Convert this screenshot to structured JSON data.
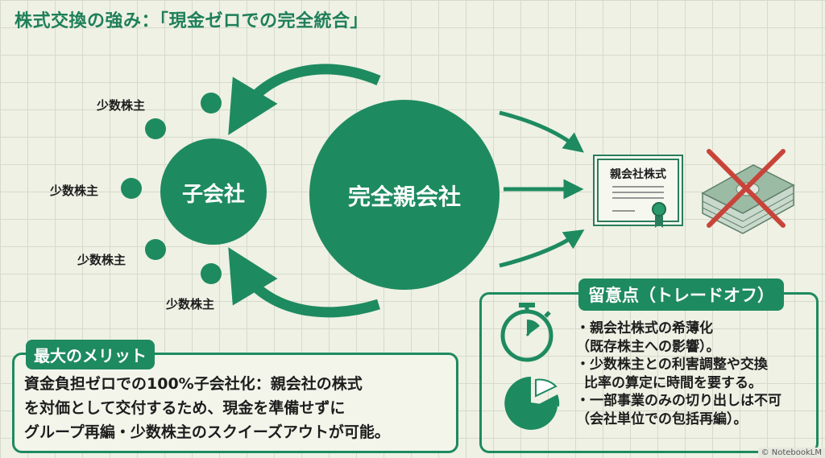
{
  "title": "株式交換の強み：「現金ゼロでの完全統合」",
  "diagram": {
    "subsidiary": "子会社",
    "parent": "完全親会社",
    "minority_labels": [
      "少数株主",
      "少数株主",
      "少数株主",
      "少数株主"
    ],
    "certificate": "親会社株式",
    "cash_icon": "crossed-out-cash-icon"
  },
  "merit": {
    "heading": "最大のメリット",
    "lines": [
      "資金負担ゼロでの100%子会社化：親会社の株式",
      "を対価として交付するため、現金を準備せずに",
      "グループ再編・少数株主のスクイーズアウトが可能。"
    ]
  },
  "caution": {
    "heading": "留意点（トレードオフ）",
    "lines": [
      "・親会社株式の希薄化",
      "（既存株主への影響）。",
      "・少数株主との利害調整や交換",
      "比率の算定に時間を要する。",
      "・一部事業のみの切り出しは不可",
      "（会社単位での包括再編）。"
    ]
  },
  "watermark": "© NotebookLM",
  "colors": {
    "accent": "#1e8a60",
    "cross": "#c8443a"
  }
}
